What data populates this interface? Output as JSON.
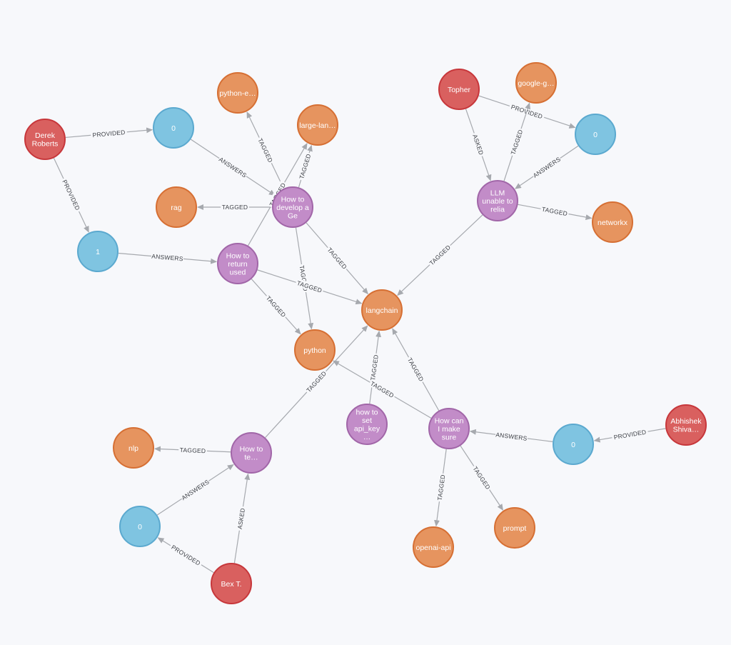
{
  "colors": {
    "user": {
      "fill": "#d9605f",
      "stroke": "#c7373b"
    },
    "answer": {
      "fill": "#7fc4e1",
      "stroke": "#5ba9cf"
    },
    "tag": {
      "fill": "#e6945f",
      "stroke": "#d66f33"
    },
    "question": {
      "fill": "#c28cc8",
      "stroke": "#a166a8"
    },
    "edge": "#a6a9ae"
  },
  "nodes": [
    {
      "id": "derek",
      "kind": "user",
      "lines": [
        "Derek",
        "Roberts"
      ]
    },
    {
      "id": "ans0_derek",
      "kind": "answer",
      "lines": [
        "0"
      ]
    },
    {
      "id": "ans1_derek",
      "kind": "answer",
      "lines": [
        "1"
      ]
    },
    {
      "id": "q_develop",
      "kind": "question",
      "lines": [
        "How to",
        "develop a",
        "Ge"
      ]
    },
    {
      "id": "q_return",
      "kind": "question",
      "lines": [
        "How to",
        "return",
        "used"
      ]
    },
    {
      "id": "t_pythone",
      "kind": "tag",
      "lines": [
        "python-e…"
      ]
    },
    {
      "id": "t_largelan",
      "kind": "tag",
      "lines": [
        "large-lan…"
      ]
    },
    {
      "id": "t_rag",
      "kind": "tag",
      "lines": [
        "rag"
      ]
    },
    {
      "id": "t_langchain",
      "kind": "tag",
      "lines": [
        "langchain"
      ]
    },
    {
      "id": "t_python",
      "kind": "tag",
      "lines": [
        "python"
      ]
    },
    {
      "id": "topher",
      "kind": "user",
      "lines": [
        "Topher"
      ]
    },
    {
      "id": "t_googleg",
      "kind": "tag",
      "lines": [
        "google-g…"
      ]
    },
    {
      "id": "ans0_topher",
      "kind": "answer",
      "lines": [
        "0"
      ]
    },
    {
      "id": "q_llm",
      "kind": "question",
      "lines": [
        "LLM",
        "unable to",
        "relia"
      ]
    },
    {
      "id": "t_networkx",
      "kind": "tag",
      "lines": [
        "networkx"
      ]
    },
    {
      "id": "q_apikey",
      "kind": "question",
      "lines": [
        "how to",
        "set",
        "api_key",
        "…"
      ]
    },
    {
      "id": "q_howcan",
      "kind": "question",
      "lines": [
        "How can",
        "I make",
        "sure"
      ]
    },
    {
      "id": "ans0_abhi",
      "kind": "answer",
      "lines": [
        "0"
      ]
    },
    {
      "id": "abhishek",
      "kind": "user",
      "lines": [
        "Abhishek",
        "Shiva…"
      ]
    },
    {
      "id": "t_openai",
      "kind": "tag",
      "lines": [
        "openai-api"
      ]
    },
    {
      "id": "t_prompt",
      "kind": "tag",
      "lines": [
        "prompt"
      ]
    },
    {
      "id": "t_nlp",
      "kind": "tag",
      "lines": [
        "nlp"
      ]
    },
    {
      "id": "q_howte",
      "kind": "question",
      "lines": [
        "How to",
        "te…"
      ]
    },
    {
      "id": "ans0_bex",
      "kind": "answer",
      "lines": [
        "0"
      ]
    },
    {
      "id": "bex",
      "kind": "user",
      "lines": [
        "Bex T."
      ]
    }
  ],
  "edges": [
    {
      "from": "derek",
      "to": "ans0_derek",
      "label": "PROVIDED"
    },
    {
      "from": "derek",
      "to": "ans1_derek",
      "label": "PROVIDED"
    },
    {
      "from": "ans0_derek",
      "to": "q_develop",
      "label": "ANSWERS"
    },
    {
      "from": "ans1_derek",
      "to": "q_return",
      "label": "ANSWERS"
    },
    {
      "from": "q_develop",
      "to": "t_pythone",
      "label": "TAGGED"
    },
    {
      "from": "q_develop",
      "to": "t_largelan",
      "label": "TAGGED"
    },
    {
      "from": "q_develop",
      "to": "t_rag",
      "label": "TAGGED"
    },
    {
      "from": "q_develop",
      "to": "t_langchain",
      "label": "TAGGED"
    },
    {
      "from": "q_develop",
      "to": "t_python",
      "label": "TAGGED"
    },
    {
      "from": "q_return",
      "to": "t_largelan",
      "label": "TAGGED"
    },
    {
      "from": "q_return",
      "to": "t_langchain",
      "label": "TAGGED"
    },
    {
      "from": "q_return",
      "to": "t_python",
      "label": "TAGGED"
    },
    {
      "from": "topher",
      "to": "ans0_topher",
      "label": "PROVIDED"
    },
    {
      "from": "topher",
      "to": "q_llm",
      "label": "ASKED"
    },
    {
      "from": "q_llm",
      "to": "t_googleg",
      "label": "TAGGED"
    },
    {
      "from": "ans0_topher",
      "to": "q_llm",
      "label": "ANSWERS"
    },
    {
      "from": "q_llm",
      "to": "t_networkx",
      "label": "TAGGED"
    },
    {
      "from": "q_llm",
      "to": "t_langchain",
      "label": "TAGGED"
    },
    {
      "from": "q_apikey",
      "to": "t_langchain",
      "label": "TAGGED"
    },
    {
      "from": "q_howcan",
      "to": "t_langchain",
      "label": "TAGGED"
    },
    {
      "from": "q_howcan",
      "to": "t_python",
      "label": "TAGGED"
    },
    {
      "from": "ans0_abhi",
      "to": "q_howcan",
      "label": "ANSWERS"
    },
    {
      "from": "abhishek",
      "to": "ans0_abhi",
      "label": "PROVIDED"
    },
    {
      "from": "q_howcan",
      "to": "t_openai",
      "label": "TAGGED"
    },
    {
      "from": "q_howcan",
      "to": "t_prompt",
      "label": "TAGGED"
    },
    {
      "from": "q_howte",
      "to": "t_nlp",
      "label": "TAGGED"
    },
    {
      "from": "q_howte",
      "to": "t_langchain",
      "label": "TAGGED"
    },
    {
      "from": "ans0_bex",
      "to": "q_howte",
      "label": "ANSWERS"
    },
    {
      "from": "bex",
      "to": "q_howte",
      "label": "ASKED"
    },
    {
      "from": "bex",
      "to": "ans0_bex",
      "label": "PROVIDED"
    }
  ]
}
